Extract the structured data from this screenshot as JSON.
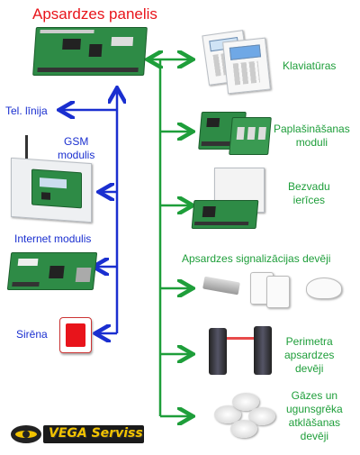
{
  "title": "Apsardzes panelis",
  "left_labels": {
    "tel_linija": "Tel. līnija",
    "gsm": "GSM\nmodulis",
    "internet": "Internet modulis",
    "sirena": "Sirēna"
  },
  "right_labels": {
    "klaviaturas": "Klaviatūras",
    "paplasinasanas": "Paplašināšanas\nmoduli",
    "bezvadu": "Bezvadu\nierīces",
    "signalizacijas": "Apsardzes signalizācijas devēji",
    "perimetra": "Perimetra\napsardzes\ndevēji",
    "gazes": "Gāzes un\nugunsgrēka\natklāšanas\ndevēji"
  },
  "logo": "VEGA Serviss",
  "colors": {
    "left_arrows": "#1a2fd0",
    "right_arrows": "#1e9e3a",
    "title": "#e8141b"
  }
}
